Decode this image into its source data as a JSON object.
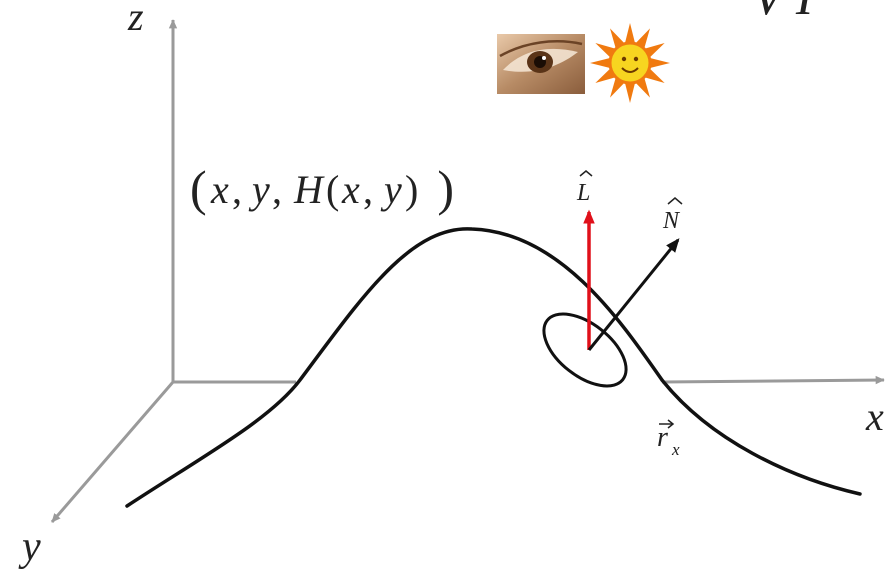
{
  "labels": {
    "z_axis": "z",
    "y_axis": "y",
    "x_axis": "x",
    "point_x": "x",
    "point_y": "y",
    "point_H": "H",
    "point_hx": "x",
    "point_hy": "y",
    "light_vector": "L",
    "normal_vector": "N",
    "tangent_vector": "r",
    "tangent_subscript": "x",
    "corner_partial": "V I"
  },
  "icons": {
    "eye": "eye-photo-icon",
    "sun": "sun-icon"
  },
  "colors": {
    "axis": "#9a9a9a",
    "curve": "#111111",
    "light_vector": "#e0101a",
    "normal_vector": "#111111",
    "sun_rays": "#f07a10",
    "sun_face": "#f7d520"
  }
}
